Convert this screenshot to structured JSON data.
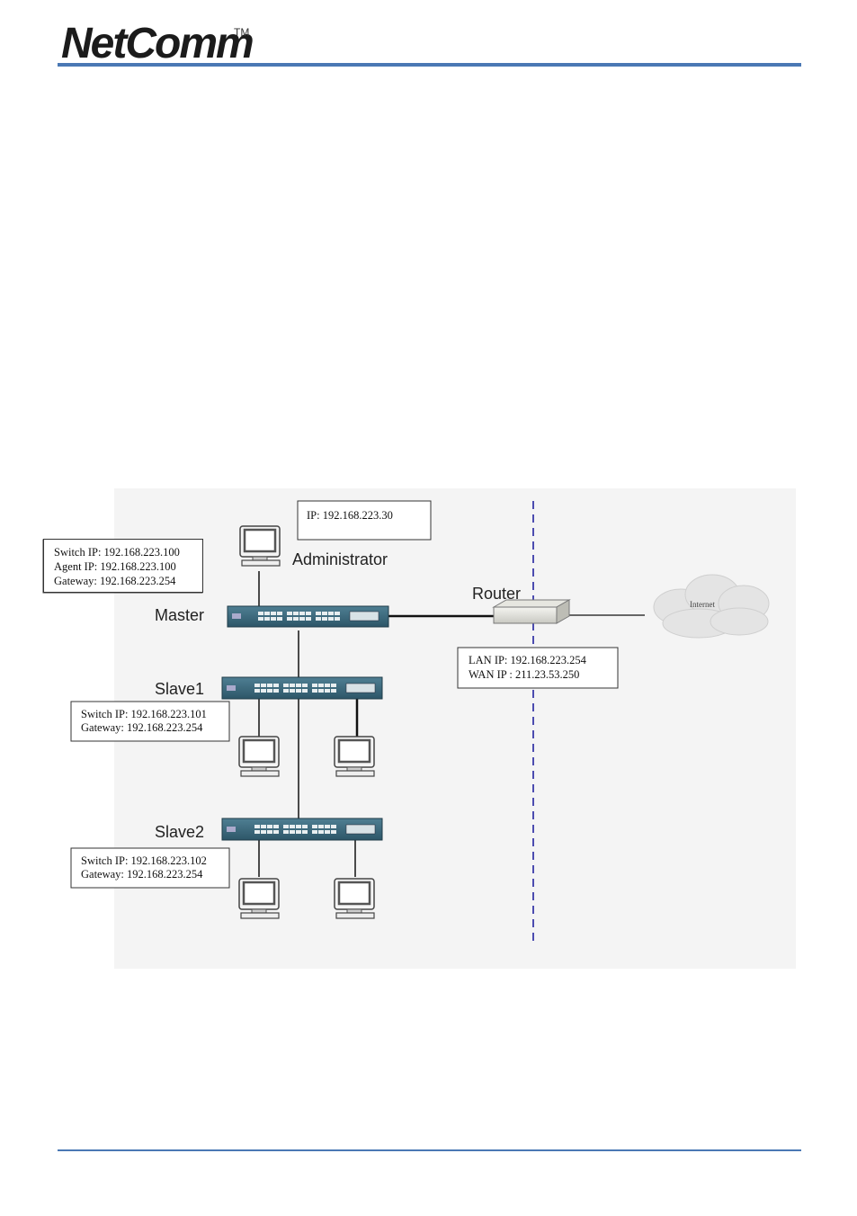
{
  "brand": {
    "logo_text": "NetComm",
    "trademark": "TM",
    "accent_color": "#4a78b4"
  },
  "diagram": {
    "admin_ip": "IP: 192.168.223.30",
    "administrator_label": "Administrator",
    "master_label": "Master",
    "master_info": [
      "Switch IP: 192.168.223.100",
      "Agent IP: 192.168.223.100",
      "Gateway: 192.168.223.254"
    ],
    "router_label": "Router",
    "router_info": [
      "LAN IP: 192.168.223.254",
      "WAN IP : 211.23.53.250"
    ],
    "internet_label": "Internet",
    "slave1_label": "Slave1",
    "slave1_info": [
      "Switch IP: 192.168.223.101",
      "Gateway: 192.168.223.254"
    ],
    "slave2_label": "Slave2",
    "slave2_info": [
      "Switch IP: 192.168.223.102",
      "Gateway: 192.168.223.254"
    ]
  }
}
